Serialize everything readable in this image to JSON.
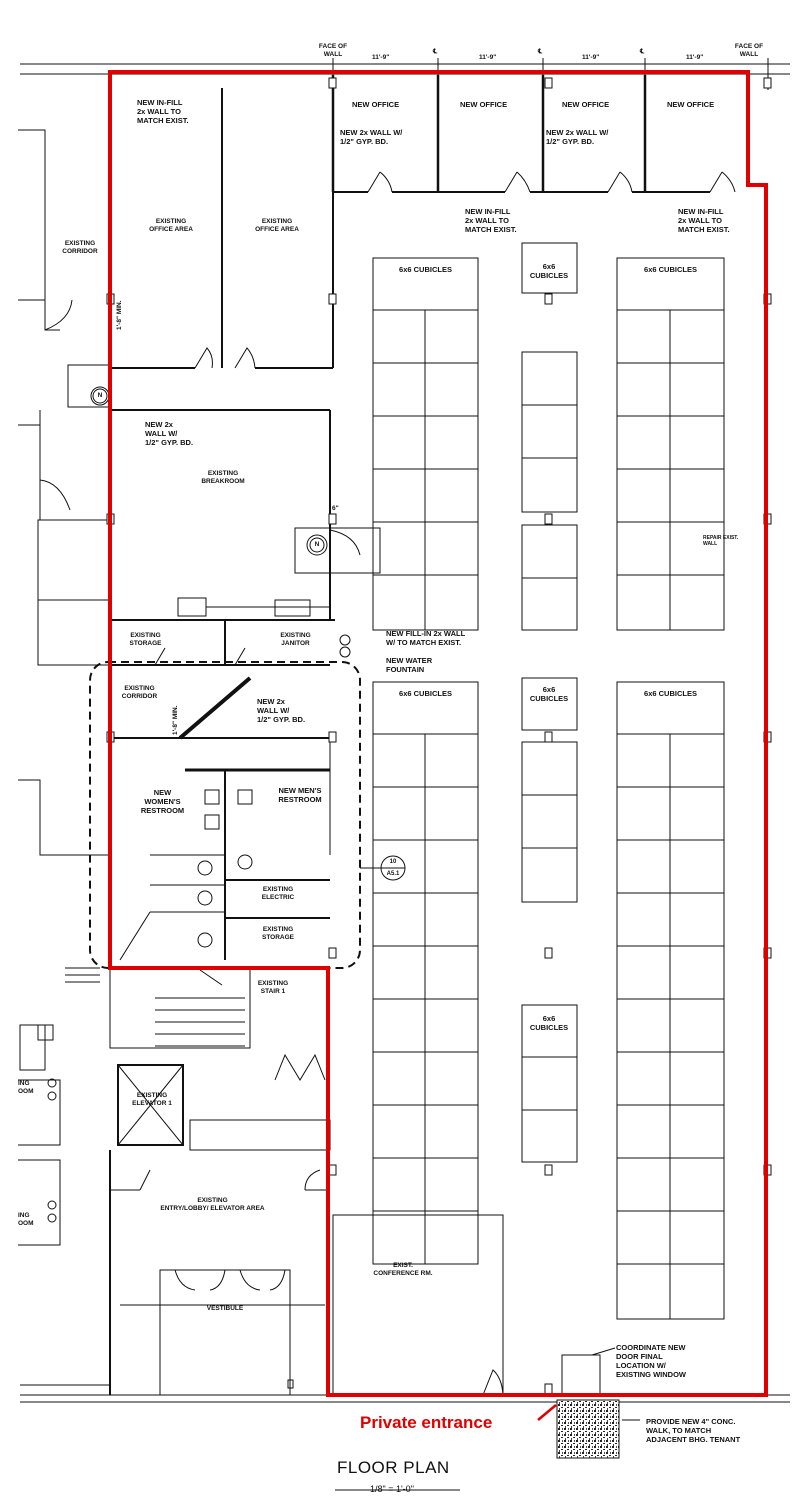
{
  "dimensions": {
    "face_of_wall": "FACE OF\nWALL",
    "spacing": "11'-9\"",
    "centerline": "℄"
  },
  "rooms": {
    "new_office": "NEW OFFICE",
    "existing_office_area": "EXISTING\nOFFICE AREA",
    "existing_corridor": "EXISTING\nCORRIDOR",
    "existing_breakroom": "EXISTING\nBREAKROOM",
    "existing_storage": "EXISTING\nSTORAGE",
    "existing_janitor": "EXISTING\nJANITOR",
    "new_womens_restroom": "NEW\nWOMEN'S\nRESTROOM",
    "new_mens_restroom": "NEW MEN'S\nRESTROOM",
    "existing_electric": "EXISTING\nELECTRIC",
    "existing_stair_1": "EXISTING\nSTAIR 1",
    "existing_elevator_1": "EXISTING\nELEVATOR 1",
    "existing_lobby": "EXISTING\nENTRY/LOBBY/ ELEVATOR AREA",
    "vestibule": "VESTIBULE",
    "exist_conference": "EXIST.\nCONFERENCE RM.",
    "cubicles_6x6": "6x6 CUBICLES",
    "cubicles_6x6_stacked": "6x6\nCUBICLES",
    "left_partial_1": "ING\nOOM",
    "left_partial_2": "ING\nOOM"
  },
  "notes": {
    "new_infill_match": "NEW IN-FILL\n2x WALL TO\nMATCH EXIST.",
    "new_2x_wall_gyp": "NEW 2x WALL W/\n1/2\" GYP. BD.",
    "new_2x_wall_gyp_stacked": "NEW 2x\nWALL W/\n1/2\" GYP. BD.",
    "new_fillin_2x": "NEW FILL-IN 2x WALL\nW/ TO MATCH EXIST.",
    "new_water_fountain": "NEW WATER\nFOUNTAIN",
    "repair_exist_wall": "REPAIR EXIST.\nWALL",
    "coordinate_door": "COORDINATE NEW\nDOOR FINAL\nLOCATION W/\nEXISTING WINDOW",
    "provide_walk": "PROVIDE NEW 4\" CONC.\nWALK, TO MATCH\nADJACENT BHG. TENANT",
    "dim_1_8_min_a": "1'-8\" MIN.",
    "dim_1_8_min_b": "1'-8\" MIN.",
    "dim_6": "6\""
  },
  "callouts": {
    "private_entrance": "Private entrance",
    "detail_number": "10",
    "detail_sheet": "A5.1",
    "n_tag": "N"
  },
  "footer": {
    "title": "FLOOR PLAN",
    "scale": "1/8\" = 1'-0\""
  },
  "colors": {
    "highlight": "#e00000",
    "ink": "#111111"
  },
  "icons": {
    "north-icon": "circled N",
    "elevator-icon": "box with X",
    "detail-callout-icon": "circle with divided numbers"
  }
}
